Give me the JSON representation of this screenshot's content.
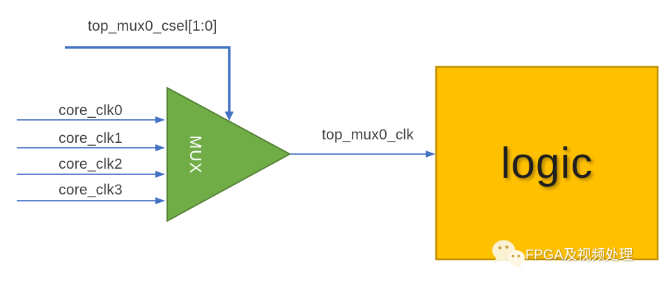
{
  "diagram": {
    "title_hint": "clock mux diagram",
    "select_signal": {
      "label": "top_mux0_csel[1:0]"
    },
    "inputs": [
      {
        "label": "core_clk0"
      },
      {
        "label": "core_clk1"
      },
      {
        "label": "core_clk2"
      },
      {
        "label": "core_clk3"
      }
    ],
    "mux": {
      "label": "MUX"
    },
    "output_signal": {
      "label": "top_mux0_clk"
    },
    "logic_block": {
      "label": "logic"
    },
    "colors": {
      "wire_blue": "#4472C4",
      "mux_fill": "#70AD47",
      "mux_border": "#548235",
      "logic_fill": "#FFC000",
      "logic_border": "#BF9000",
      "label_text": "#3F3F3F",
      "mux_text": "#FFFFFF",
      "logic_text": "#1F1F1F"
    }
  },
  "watermark": {
    "text": "FPGA及视频处理",
    "icon": "wechat-icon"
  }
}
